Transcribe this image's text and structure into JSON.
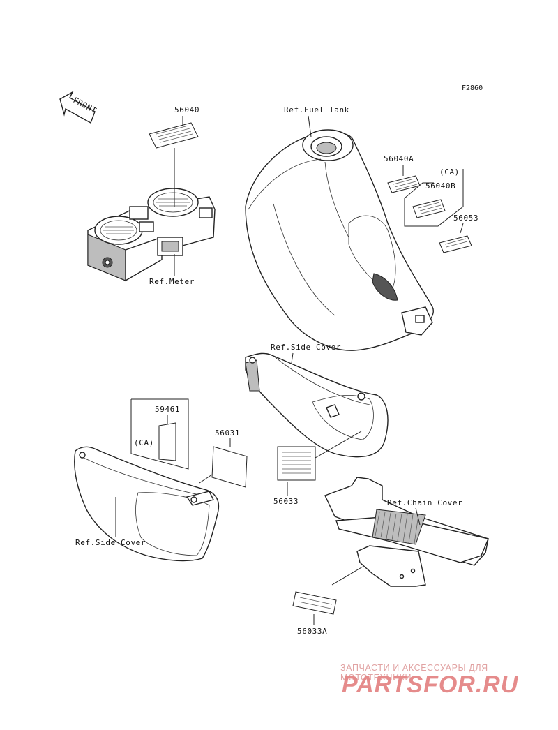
{
  "figure_code": "F2860",
  "front_arrow": "FRONT",
  "callouts": {
    "p56040": "56040",
    "ref_meter": "Ref.Meter",
    "ref_fuel_tank": "Ref.Fuel Tank",
    "p56040A": "56040A",
    "ca_top": "(CA)",
    "p56040B": "56040B",
    "p56053": "56053",
    "ref_side_cover_right": "Ref.Side Cover",
    "p59461": "59461",
    "ca_left": "(CA)",
    "p56031": "56031",
    "p56033": "56033",
    "ref_side_cover_left": "Ref.Side Cover",
    "ref_chain_cover": "Ref.Chain Cover",
    "p56033A": "56033A"
  },
  "watermark": {
    "tagline": "ЗАПЧАСТИ И АКСЕССУАРЫ ДЛЯ МОТОТЕХНИКИ",
    "logo": "PARTSFOR.RU"
  }
}
